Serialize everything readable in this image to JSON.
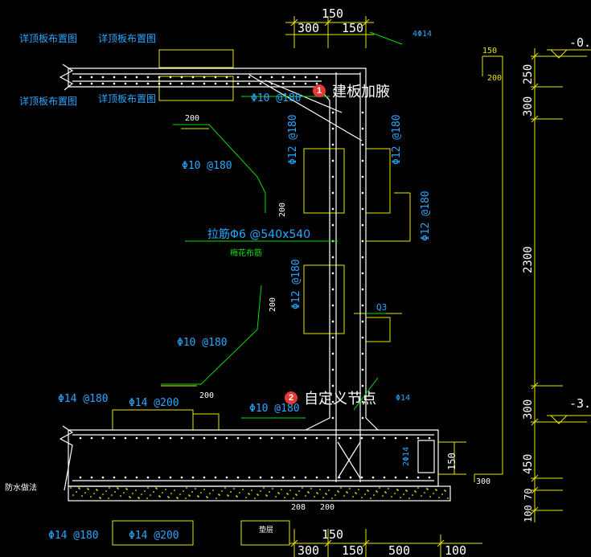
{
  "colors": {
    "background": "#000000",
    "concrete": "#ffffff",
    "dimension": "#e8e800",
    "leader": "#00e000",
    "annotation": "#2aa8ff",
    "badge": "#e53935"
  },
  "dimensions": {
    "top_total": "150",
    "top_left": "300",
    "top_right": "150",
    "bottom_total": "150",
    "bottom_a": "300",
    "bottom_b": "150",
    "bottom_c": "500",
    "bottom_d": "100",
    "right_250": "250",
    "right_300a": "300",
    "right_2300": "2300",
    "right_300b": "300",
    "right_450": "450",
    "right_70": "70",
    "right_100": "100",
    "inner_150": "150",
    "inner_200": "200",
    "inner_300": "300",
    "bottom_208": "208",
    "bottom_200": "200",
    "haunch_150": "150",
    "wall_200a": "200",
    "wall_200b": "200",
    "leader_200a": "200",
    "leader_200b": "200"
  },
  "levels": {
    "top": "-0.",
    "bottom": "-3."
  },
  "annotations": {
    "detail_ref_1": "详顶板布置图",
    "detail_ref_2": "详顶板布置图",
    "detail_ref_3": "详顶板布置图",
    "detail_ref_4": "详顶板布置图",
    "top_bar": "4Φ14",
    "slab_bar": "Φ10 @180",
    "wall_v1": "Φ12 @180",
    "wall_v2": "Φ12 @180",
    "wall_v3": "Φ12 @180",
    "wall_v4": "Φ12 @180",
    "wall_h1": "Φ10 @180",
    "wall_h2": "Φ10 @180",
    "tie_bar": "拉筋Φ6 @540x540",
    "tie_note": "梅花布筋",
    "wall_label": "Q3",
    "base_1": "Φ14 @180",
    "base_2": "Φ14 @200",
    "base_3": "Φ10 @180",
    "base_corner": "Φ14",
    "base_bot_1": "Φ14 @180",
    "base_bot_2": "Φ14 @200",
    "haunch_bars": "2Φ14",
    "waterproof": "防水做法",
    "cushion": "垫层"
  },
  "callouts": [
    {
      "number": "1",
      "label": "建板加腋"
    },
    {
      "number": "2",
      "label": "自定义节点"
    }
  ]
}
